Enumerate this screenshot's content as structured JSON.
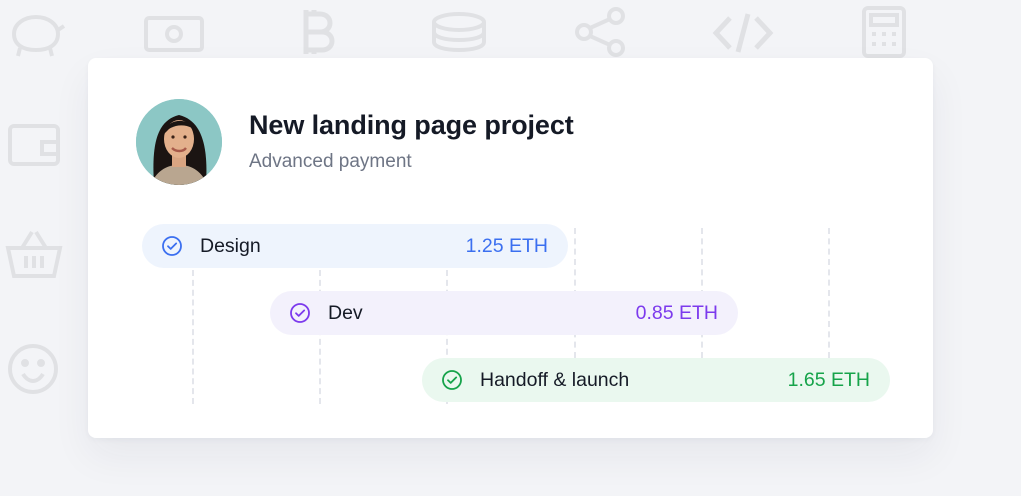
{
  "project": {
    "title": "New landing page project",
    "subtitle": "Advanced payment"
  },
  "milestones": [
    {
      "label": "Design",
      "amount": "1.25 ETH",
      "status": "completed",
      "accent": "#3b6ff0",
      "background": "#eef4fd"
    },
    {
      "label": "Dev",
      "amount": "0.85 ETH",
      "status": "completed",
      "accent": "#7c3aed",
      "background": "#f3f1fc"
    },
    {
      "label": "Handoff & launch",
      "amount": "1.65 ETH",
      "status": "completed",
      "accent": "#16a34a",
      "background": "#eaf8ef"
    }
  ],
  "icons": {
    "milestone": "check-circle-icon",
    "background": [
      "piggy-bank-icon",
      "banknote-icon",
      "bitcoin-icon",
      "coins-icon",
      "share-nodes-icon",
      "code-icon",
      "calculator-icon",
      "wallet-icon",
      "shopping-basket-icon",
      "smiley-icon"
    ]
  }
}
